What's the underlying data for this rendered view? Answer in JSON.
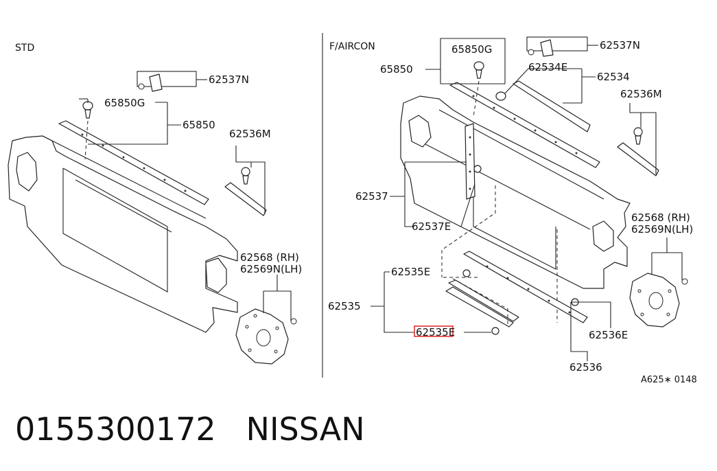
{
  "sections": {
    "left": "STD",
    "right": "F/AIRCON"
  },
  "labels_left": {
    "p62537N": "62537N",
    "p65850G": "65850G",
    "p65850": "65850",
    "p62536M": "62536M",
    "p62568": "62568 (RH)",
    "p62569N": "62569N(LH)"
  },
  "labels_right": {
    "p65850G": "65850G",
    "p62537N": "62537N",
    "p65850": "65850",
    "p62534E": "62534E",
    "p62534": "62534",
    "p62536M": "62536M",
    "p62537": "62537",
    "p62537E": "62537E",
    "p62568": "62568 (RH)",
    "p62569N": "62569N(LH)",
    "p62535E_top": "62535E",
    "p62535": "62535",
    "p62535E_bottom": "62535E",
    "p62536E": "62536E",
    "p62536": "62536"
  },
  "ref_code": "A625∗ 0148",
  "caption": {
    "part_number": "0155300172",
    "brand": "NISSAN"
  },
  "colors": {
    "highlight": "#e03131",
    "ink": "#222222"
  }
}
